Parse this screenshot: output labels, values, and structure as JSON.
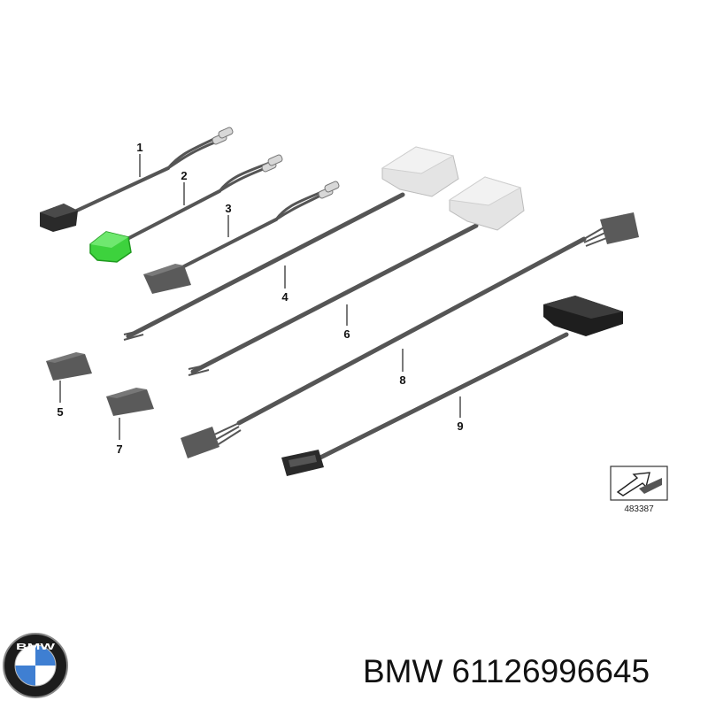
{
  "callouts": [
    "1",
    "2",
    "3",
    "4",
    "5",
    "6",
    "7",
    "8",
    "9"
  ],
  "figure_number": "483387",
  "brand": "BMW",
  "part_number": "61126996645",
  "brand_logo_letters": "BMW",
  "colors": {
    "wire": "#555555",
    "connector_dark": "#2a2a2a",
    "connector_grey": "#5a5a5a",
    "connector_white": "#e4e4e4",
    "connector_green": "#3dd23d",
    "logo_blue": "#3f7fd2"
  },
  "icons": [
    "bmw-roundel-logo",
    "arrow-fold-icon"
  ]
}
